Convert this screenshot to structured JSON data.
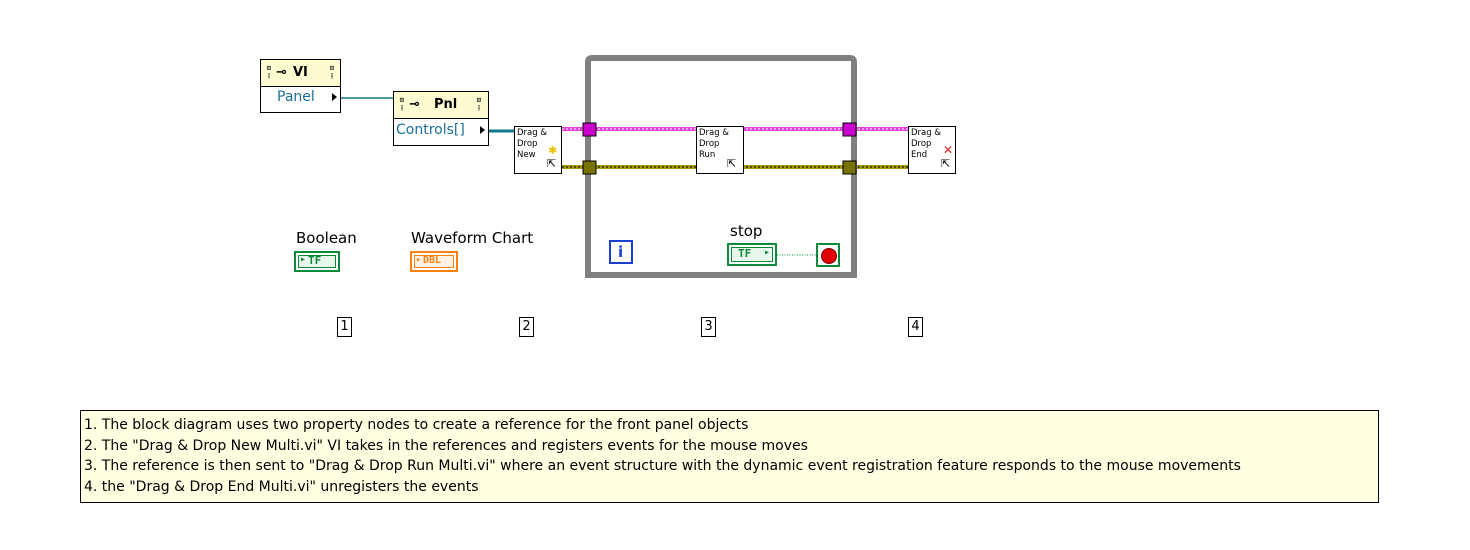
{
  "vi_server_ref": {
    "label": "VI",
    "property": "Panel"
  },
  "panel_property_node": {
    "label": "Pnl",
    "property": "Controls[]"
  },
  "subvis": {
    "new": "Drag &\nDrop\nNew",
    "run": "Drag &\nDrop\nRun",
    "end": "Drag &\nDrop\nEnd"
  },
  "controls": {
    "boolean_label": "Boolean",
    "boolean_terminal": "TF",
    "chart_label": "Waveform Chart",
    "chart_terminal": "DBL",
    "stop_label": "stop",
    "stop_terminal": "TF",
    "iteration": "i"
  },
  "step_numbers": [
    "1",
    "2",
    "3",
    "4"
  ],
  "comment": {
    "lines": [
      "1. The block diagram uses two property nodes to create a reference for the front panel objects",
      "2. The \"Drag & Drop New Multi.vi\" VI takes in the references and registers events for the mouse moves",
      "3. The reference is then sent to \"Drag & Drop Run Multi.vi\" where an event structure with the dynamic event registration feature responds to the mouse movements",
      "4. the \"Drag & Drop End Multi.vi\" unregisters the events"
    ]
  },
  "colors": {
    "refnum_wire": "#0e7a8c",
    "event_wire": "#e040e0",
    "cluster_wire": "#a59b00",
    "boolean": "#0c8a3a",
    "dbl": "#ff8010",
    "loop_border": "#808080",
    "stop_red": "#e00000",
    "comment_bg": "#ffffe1"
  }
}
